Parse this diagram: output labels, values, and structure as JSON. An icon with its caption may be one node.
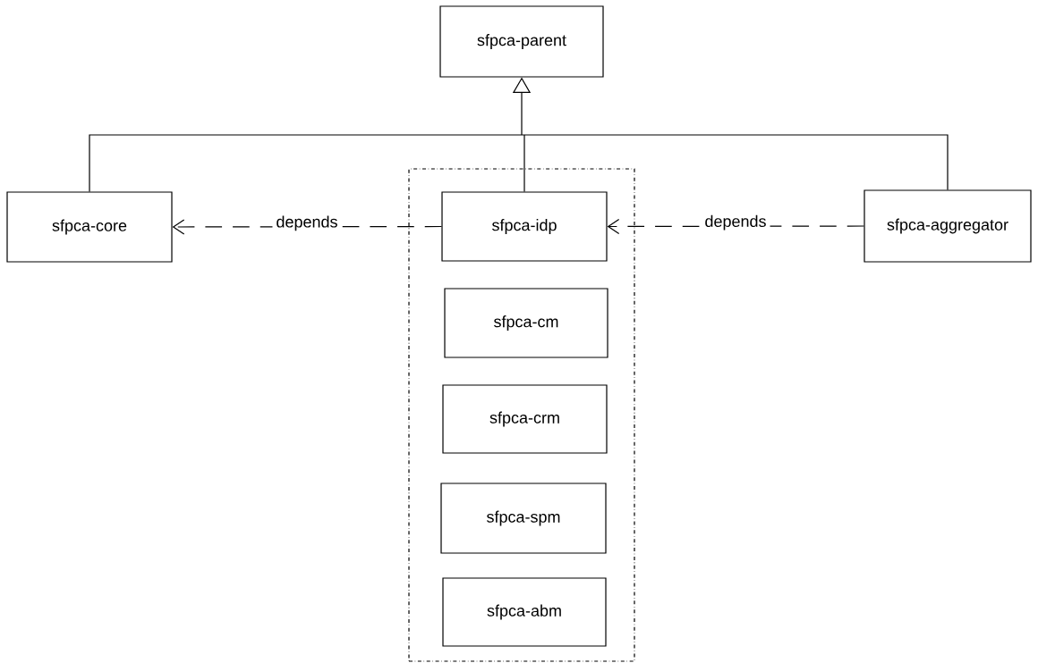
{
  "diagram": {
    "nodes": [
      {
        "text": [
          "sfpca-parent"
        ]
      },
      {
        "text": [
          "sfpca-core"
        ]
      },
      {
        "text": [],
        "shape": "box"
      },
      {
        "text": [
          "sfpca-idp"
        ],
        "in": 2
      },
      {
        "text": [
          "sfpca-aggregator"
        ]
      },
      {
        "text": [
          "sfpca-cm"
        ],
        "in": 2
      },
      {
        "text": [
          "sfpca-crm"
        ],
        "in": 2
      },
      {
        "text": [
          "sfpca-spm"
        ],
        "in": 2
      },
      {
        "text": [
          "sfpca-abm"
        ],
        "in": 2
      }
    ],
    "edges": [
      {
        "from": 3,
        "to": 0,
        "arrow": "to"
      },
      {
        "from": 1,
        "to": 0,
        "arrow": "to"
      },
      {
        "from": 4,
        "to": 0,
        "arrow": "to"
      },
      {
        "from": 3,
        "to": 1,
        "arrow": "to",
        "label": "depends",
        "style": "dashed"
      },
      {
        "from": 4,
        "to": 3,
        "arrow": "to",
        "label": "depends",
        "style": "dashed"
      }
    ]
  }
}
